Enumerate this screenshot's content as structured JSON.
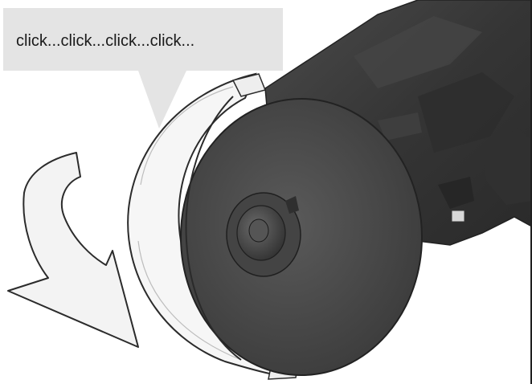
{
  "callout": {
    "text": "click...click...click...click..."
  },
  "illustration": {
    "subject": "angle-grinder",
    "parts": [
      "wheel-guard",
      "cutting-disc",
      "spindle-flange",
      "motor-housing",
      "rotation-arrow"
    ],
    "colors": {
      "callout_fill": "#e4e4e4",
      "guard_fill": "#f6f6f6",
      "disc_fill": "#4a4a4a",
      "housing_fill": "#3a3a3a",
      "arrow_fill": "#f3f3f3",
      "outline": "#2b2b2b"
    }
  }
}
